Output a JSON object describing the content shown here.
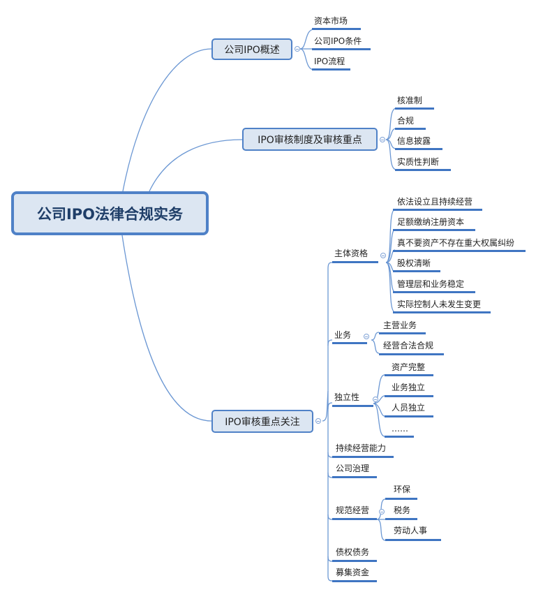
{
  "root": {
    "label": "公司IPO法律合规实务"
  },
  "branches": [
    {
      "label": "公司IPO概述",
      "children": [
        "资本市场",
        "公司IPO条件",
        "IPO流程"
      ]
    },
    {
      "label": "IPO审核制度及审核重点",
      "children": [
        "核准制",
        "合规",
        "信息披露",
        "实质性判断"
      ]
    },
    {
      "label": "IPO审核重点关注",
      "children": [
        {
          "label": "主体资格",
          "children": [
            "依法设立且持续经营",
            "足额缴纳注册资本",
            "真不要资产不存在重大权属纠纷",
            "股权清晰",
            "管理层和业务稳定",
            "实际控制人未发生变更"
          ]
        },
        {
          "label": "业务",
          "children": [
            "主营业务",
            "经营合法合规"
          ]
        },
        {
          "label": "独立性",
          "children": [
            "资产完整",
            "业务独立",
            "人员独立",
            "……"
          ]
        },
        {
          "label": "持续经营能力",
          "children": []
        },
        {
          "label": "公司治理",
          "children": []
        },
        {
          "label": "规范经营",
          "children": [
            "环保",
            "税务",
            "劳动人事"
          ]
        },
        {
          "label": "债权债务",
          "children": []
        },
        {
          "label": "募集资金",
          "children": []
        }
      ]
    }
  ],
  "colors": {
    "line": "#4f81c7",
    "node_fill": "#dce6f2",
    "root_text": "#1f3e68",
    "underline": "#3f75c2"
  }
}
